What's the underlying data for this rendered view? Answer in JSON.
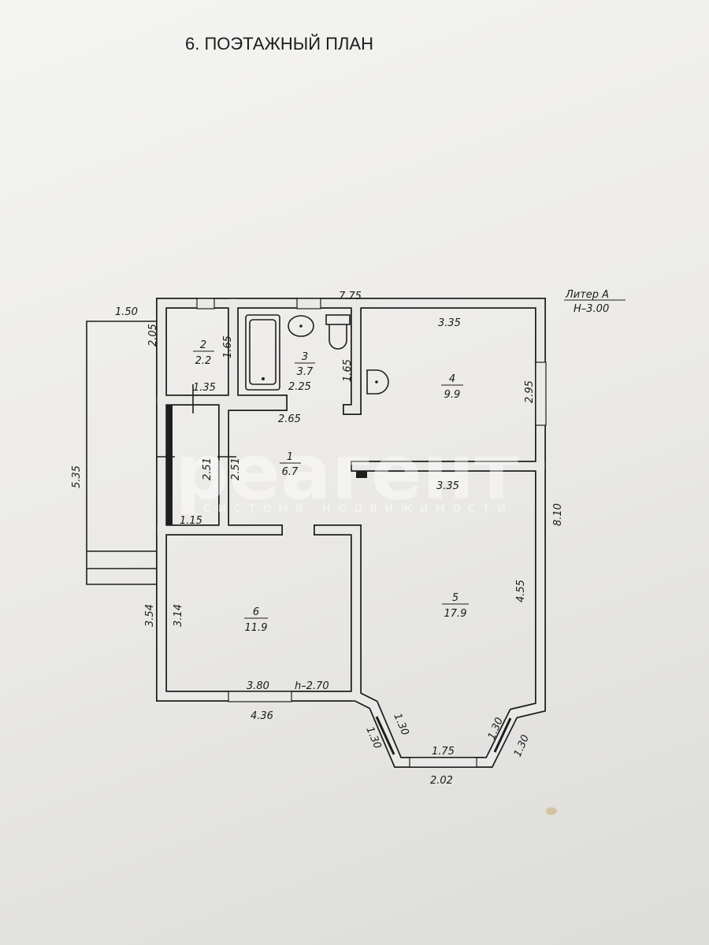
{
  "title": "6. ПОЭТАЖНЫЙ ПЛАН",
  "liter": {
    "name": "Литер А",
    "height": "Н–3.00"
  },
  "rooms": [
    {
      "number": "1",
      "area": "6.7"
    },
    {
      "number": "2",
      "area": "2.2"
    },
    {
      "number": "3",
      "area": "3.7"
    },
    {
      "number": "4",
      "area": "9.9"
    },
    {
      "number": "5",
      "area": "17.9"
    },
    {
      "number": "6",
      "area": "11.9"
    }
  ],
  "dims": {
    "top_total": "7.75",
    "porch_width": "1.50",
    "porch_length": "5.35",
    "room2_outer": "2.05",
    "room2_height": "1.65",
    "room2_width": "1.35",
    "bath_width": "2.25",
    "bath_height": "1.65",
    "hall_top": "2.65",
    "corridor_a": "2.51",
    "corridor_b": "2.51",
    "corridor_width": "1.15",
    "room4_width": "3.35",
    "room4_height": "2.95",
    "room5_width": "3.35",
    "right_total": "8.10",
    "room5_height": "4.55",
    "room6_outer": "3.54",
    "room6_height": "3.14",
    "room6_width": "3.80",
    "ceiling": "h–2.70",
    "room6_outer_width": "4.36",
    "bay_left_in": "1.30",
    "bay_left_out": "1.30",
    "bay_right_in": "1.30",
    "bay_right_out": "1.30",
    "bay_inner": "1.75",
    "bay_outer": "2.02"
  },
  "watermark": {
    "brand": "реагент",
    "tagline": "система недвижимости"
  }
}
